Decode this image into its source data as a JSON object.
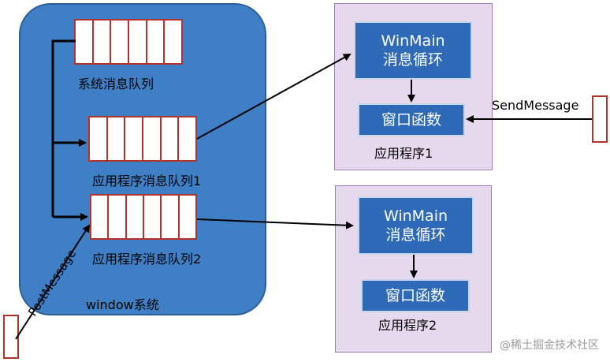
{
  "window_system": {
    "label": "window系统",
    "system_queue_label": "系统消息队列",
    "app_queue1_label": "应用程序消息队列1",
    "app_queue2_label": "应用程序消息队列2"
  },
  "app1": {
    "loop_line1": "WinMain",
    "loop_line2": "消息循环",
    "proc": "窗口函数",
    "label": "应用程序1"
  },
  "app2": {
    "loop_line1": "WinMain",
    "loop_line2": "消息循环",
    "proc": "窗口函数",
    "label": "应用程序2"
  },
  "send_message": "SendMessage",
  "post_message": "PostMessage",
  "watermark": "@稀土掘金技术社区",
  "colors": {
    "window_blue": "#3f7fc5",
    "box_blue": "#2e6ab7",
    "queue_red": "#b4332a",
    "app_purple": "#e6d9ee"
  }
}
